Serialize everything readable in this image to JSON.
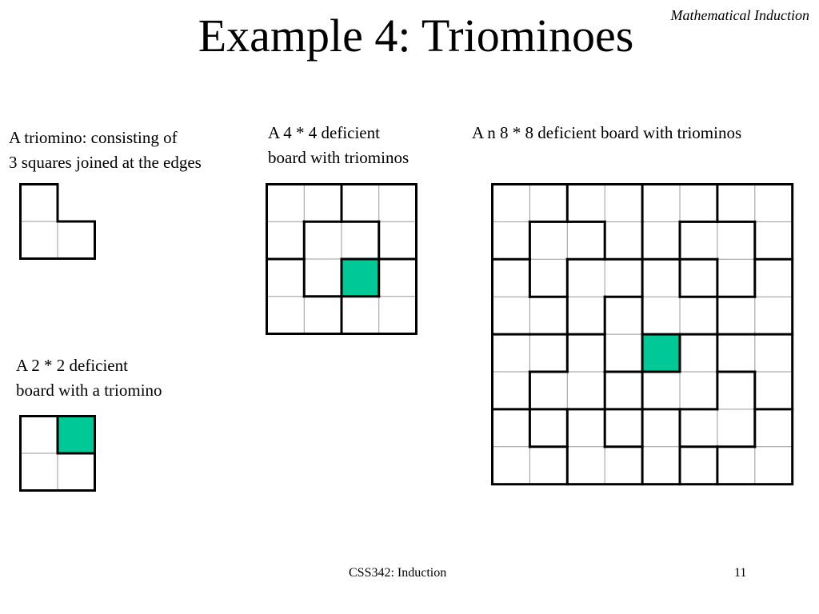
{
  "slide": {
    "title": "Example 4: Triominoes",
    "header_tag": "Mathematical Induction",
    "footer_course": "CSS342: Induction",
    "page_number": "11"
  },
  "colors": {
    "deficient_square": "#00C896",
    "grid_line": "#999999",
    "border": "#000000"
  },
  "figures": {
    "triomino": {
      "caption_line1": "A triomino: consisting of",
      "caption_line2": "3 squares joined at the edges",
      "cells": [
        [
          0,
          0
        ],
        [
          1,
          0
        ],
        [
          1,
          1
        ]
      ]
    },
    "board2": {
      "caption_line1": "A 2 * 2 deficient",
      "caption_line2": "board with a triomino",
      "n": 2,
      "deficient": [
        0,
        1
      ],
      "tiles": [
        [
          [
            0,
            0
          ],
          [
            1,
            0
          ],
          [
            1,
            1
          ]
        ]
      ]
    },
    "board4": {
      "caption_line1": "A 4 * 4 deficient",
      "caption_line2": "board with triominos",
      "n": 4,
      "deficient": [
        2,
        2
      ],
      "tiles": [
        [
          [
            0,
            0
          ],
          [
            1,
            0
          ],
          [
            0,
            1
          ]
        ],
        [
          [
            0,
            2
          ],
          [
            0,
            3
          ],
          [
            1,
            3
          ]
        ],
        [
          [
            1,
            1
          ],
          [
            1,
            2
          ],
          [
            2,
            1
          ]
        ],
        [
          [
            2,
            0
          ],
          [
            3,
            0
          ],
          [
            3,
            1
          ]
        ],
        [
          [
            2,
            3
          ],
          [
            3,
            2
          ],
          [
            3,
            3
          ]
        ]
      ]
    },
    "board8": {
      "caption": "A n 8 * 8 deficient board with triominos",
      "n": 8,
      "deficient": [
        4,
        4
      ],
      "tiles": [
        [
          [
            0,
            0
          ],
          [
            0,
            1
          ],
          [
            1,
            0
          ]
        ],
        [
          [
            0,
            2
          ],
          [
            0,
            3
          ],
          [
            1,
            3
          ]
        ],
        [
          [
            1,
            1
          ],
          [
            1,
            2
          ],
          [
            2,
            1
          ]
        ],
        [
          [
            2,
            0
          ],
          [
            3,
            0
          ],
          [
            3,
            1
          ]
        ],
        [
          [
            2,
            2
          ],
          [
            2,
            3
          ],
          [
            3,
            2
          ]
        ],
        [
          [
            0,
            4
          ],
          [
            0,
            5
          ],
          [
            1,
            4
          ]
        ],
        [
          [
            0,
            6
          ],
          [
            0,
            7
          ],
          [
            1,
            7
          ]
        ],
        [
          [
            1,
            5
          ],
          [
            1,
            6
          ],
          [
            2,
            6
          ]
        ],
        [
          [
            2,
            4
          ],
          [
            3,
            4
          ],
          [
            3,
            5
          ]
        ],
        [
          [
            2,
            7
          ],
          [
            3,
            6
          ],
          [
            3,
            7
          ]
        ],
        [
          [
            4,
            0
          ],
          [
            5,
            0
          ],
          [
            4,
            1
          ]
        ],
        [
          [
            6,
            0
          ],
          [
            7,
            0
          ],
          [
            7,
            1
          ]
        ],
        [
          [
            4,
            2
          ],
          [
            5,
            2
          ],
          [
            5,
            1
          ]
        ],
        [
          [
            6,
            1
          ],
          [
            6,
            2
          ],
          [
            5,
            3
          ]
        ],
        [
          [
            6,
            2
          ],
          [
            7,
            2
          ],
          [
            7,
            3
          ]
        ],
        [
          [
            4,
            3
          ],
          [
            3,
            3
          ],
          [
            4,
            3
          ]
        ],
        [
          [
            4,
            5
          ],
          [
            5,
            5
          ],
          [
            5,
            4
          ]
        ],
        [
          [
            4,
            6
          ],
          [
            4,
            7
          ],
          [
            5,
            7
          ]
        ],
        [
          [
            6,
            4
          ],
          [
            7,
            4
          ],
          [
            6,
            5
          ]
        ],
        [
          [
            6,
            7
          ],
          [
            7,
            6
          ],
          [
            7,
            7
          ]
        ],
        [
          [
            5,
            6
          ],
          [
            6,
            6
          ],
          [
            6,
            5
          ]
        ]
      ]
    }
  }
}
